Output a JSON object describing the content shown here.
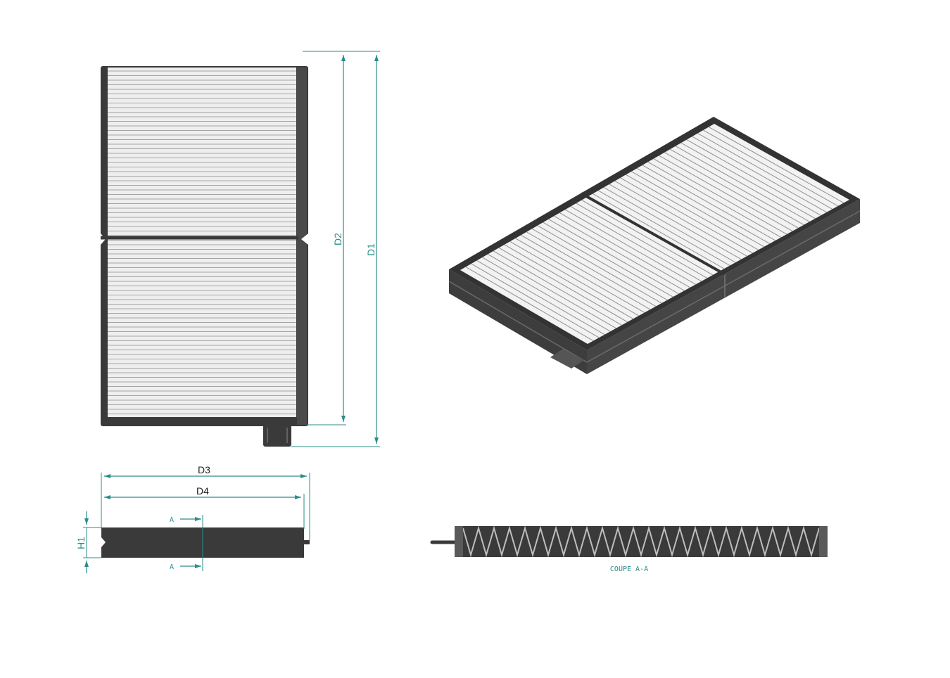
{
  "colors": {
    "dimension": "#2b8c8a",
    "frame": "#3c3c3c",
    "frame_dark": "#2e2e2e",
    "pleat_light": "#efefef",
    "pleat_line": "#9a9a9a"
  },
  "labels": {
    "d1": "D1",
    "d2": "D2",
    "d3": "D3",
    "d4": "D4",
    "h1": "H1",
    "section_marker_top": "A",
    "section_marker_bottom": "A",
    "section_caption": "COUPE A-A"
  }
}
